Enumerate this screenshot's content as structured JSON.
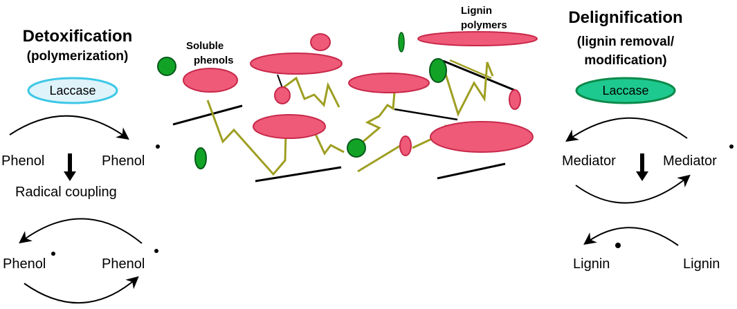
{
  "left_panel": {
    "title": "Detoxification",
    "subtitle": "(polymerization)",
    "enzyme": "Laccase",
    "top_left": "Phenol",
    "top_right": "Phenol",
    "middle": "Radical coupling",
    "bottom_left": "Phenol",
    "bottom_right": "Phenol"
  },
  "center": {
    "soluble_line1": "Soluble",
    "soluble_line2": "phenols",
    "lignin_line1": "Lignin",
    "lignin_line2": "polymers"
  },
  "right_panel": {
    "title": "Delignification",
    "subtitle_line1": "(lignin removal/",
    "subtitle_line2": "modification)",
    "enzyme": "Laccase",
    "mediator_left": "Mediator",
    "mediator_right": "Mediator",
    "lignin_left": "Lignin",
    "lignin_right": "Lignin"
  },
  "colors": {
    "laccase_left_fill": "#dff3fb",
    "laccase_left_stroke": "#3cc8e6",
    "laccase_right_fill": "#1ec98f",
    "laccase_right_stroke": "#0c8a4a",
    "lignin_fill": "#ee5a78",
    "lignin_stroke": "#c8284a",
    "phenol_fill": "#12a326",
    "phenol_stroke": "#07591a",
    "chain": "#9e9e22",
    "line": "#000000"
  }
}
